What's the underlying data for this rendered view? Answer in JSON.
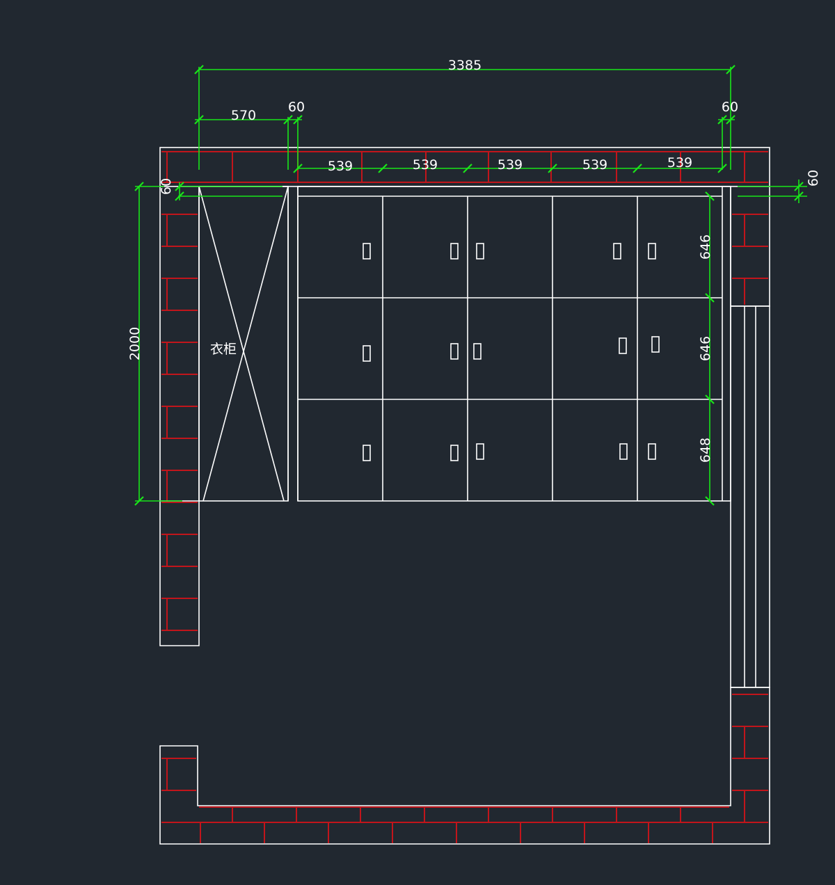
{
  "colors": {
    "background": "#212830",
    "outline": "#ffffff",
    "brick": "#c2151b",
    "dimension": "#19e619",
    "dimension_text": "#ffffff"
  },
  "labels": {
    "wardrobe": "衣柜"
  },
  "dimensions": {
    "overall_width": "3385",
    "left_cabinet_width": "570",
    "left_gap": "60",
    "right_gap": "60",
    "module_1": "539",
    "module_2": "539",
    "module_3": "539",
    "module_4": "539",
    "module_5": "539",
    "right_side_offset": "60",
    "left_top_offset": "60",
    "height": "2000",
    "row_1": "646",
    "row_2": "646",
    "row_3": "648"
  }
}
